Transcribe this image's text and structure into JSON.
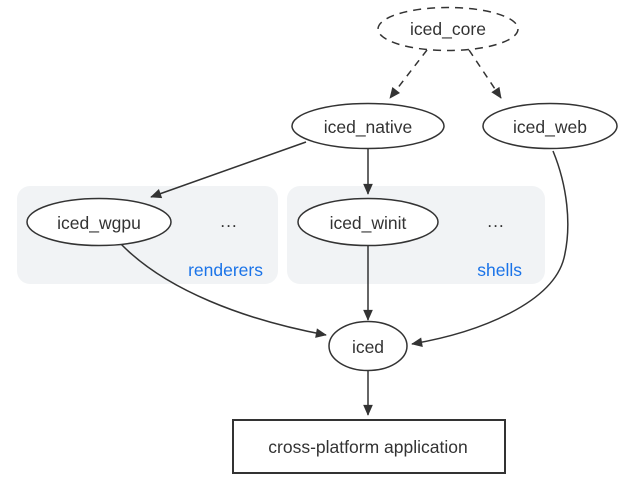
{
  "diagram": {
    "nodes": {
      "iced_core": {
        "label": "iced_core",
        "shape": "ellipse",
        "border": "dashed"
      },
      "iced_native": {
        "label": "iced_native",
        "shape": "ellipse",
        "border": "solid"
      },
      "iced_web": {
        "label": "iced_web",
        "shape": "ellipse",
        "border": "solid"
      },
      "iced_wgpu": {
        "label": "iced_wgpu",
        "shape": "ellipse",
        "border": "solid"
      },
      "iced_winit": {
        "label": "iced_winit",
        "shape": "ellipse",
        "border": "solid"
      },
      "iced": {
        "label": "iced",
        "shape": "ellipse",
        "border": "solid"
      },
      "app": {
        "label": "cross-platform application",
        "shape": "rectangle",
        "border": "solid"
      }
    },
    "groups": {
      "renderers": {
        "label": "renderers",
        "ellipsis": "...",
        "members": [
          "iced_wgpu"
        ]
      },
      "shells": {
        "label": "shells",
        "ellipsis": "...",
        "members": [
          "iced_winit"
        ]
      }
    },
    "edges": [
      {
        "from": "iced_core",
        "to": "iced_native",
        "style": "dashed"
      },
      {
        "from": "iced_core",
        "to": "iced_web",
        "style": "dashed"
      },
      {
        "from": "iced_native",
        "to": "iced_wgpu",
        "style": "solid"
      },
      {
        "from": "iced_native",
        "to": "iced_winit",
        "style": "solid"
      },
      {
        "from": "iced_wgpu",
        "to": "iced",
        "style": "solid"
      },
      {
        "from": "iced_winit",
        "to": "iced",
        "style": "solid"
      },
      {
        "from": "iced_web",
        "to": "iced",
        "style": "solid"
      },
      {
        "from": "iced",
        "to": "app",
        "style": "solid"
      }
    ],
    "colors": {
      "background": "#ffffff",
      "stroke": "#333333",
      "text": "#333333",
      "node_fill": "#ffffff",
      "group_fill": "#f1f3f5",
      "group_label": "#1a73e8"
    }
  }
}
